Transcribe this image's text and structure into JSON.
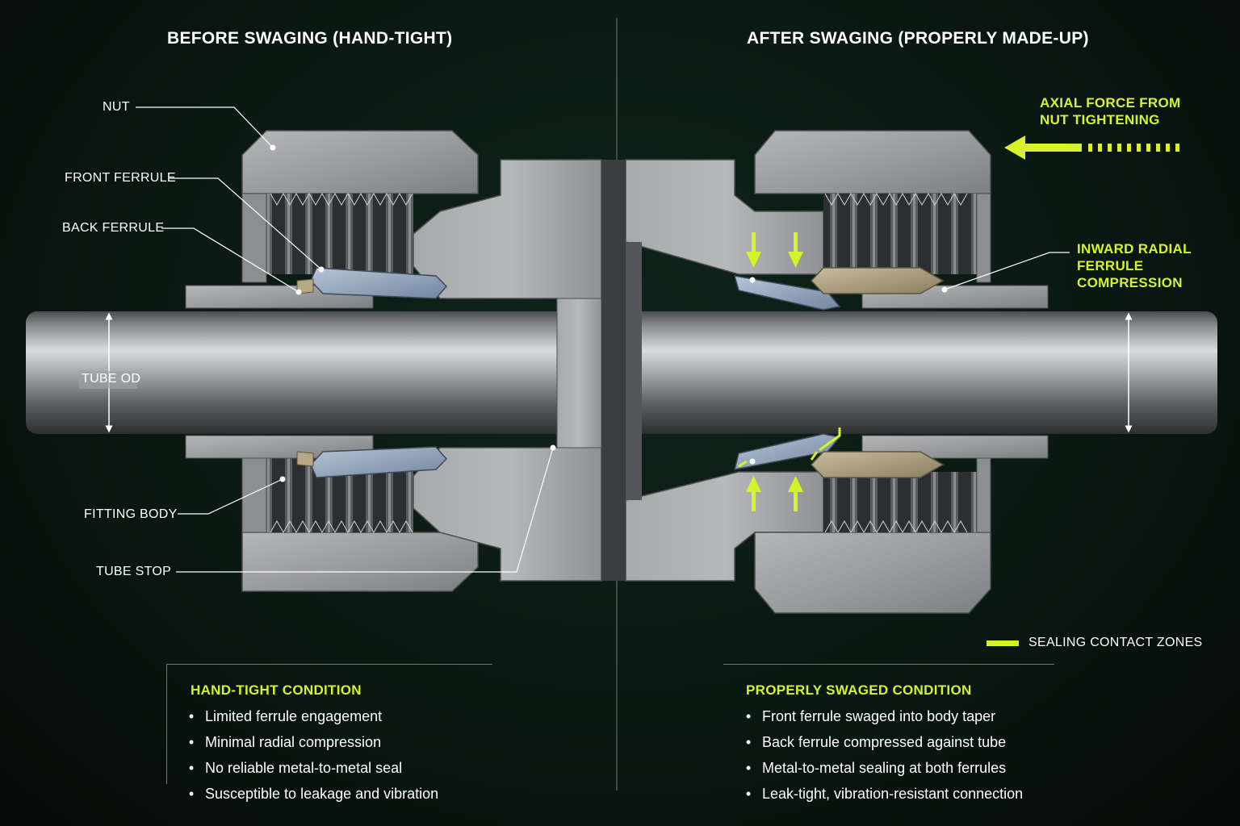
{
  "titles": {
    "before": "BEFORE SWAGING (HAND-TIGHT)",
    "after": "AFTER SWAGING (PROPERLY MADE-UP)"
  },
  "labels": {
    "nut": "NUT",
    "front_ferrule": "FRONT FERRULE",
    "back_ferrule": "BACK FERRULE",
    "tube_od": "TUBE OD",
    "fitting_body": "FITTING BODY",
    "tube_stop": "TUBE STOP"
  },
  "callouts": {
    "axial_force_line1": "AXIAL FORCE FROM",
    "axial_force_line2": "NUT TIGHTENING",
    "radial_line1": "INWARD RADIAL",
    "radial_line2": "FERRULE",
    "radial_line3": "COMPRESSION"
  },
  "legend": {
    "sealing_zones": "SEALING CONTACT ZONES"
  },
  "hand_tight": {
    "title": "HAND-TIGHT CONDITION",
    "items": [
      "Limited ferrule engagement",
      "Minimal radial compression",
      "No reliable metal-to-metal seal",
      "Susceptible to leakage and vibration"
    ]
  },
  "swaged": {
    "title": "PROPERLY SWAGED CONDITION",
    "items": [
      "Front ferrule swaged into body taper",
      "Back ferrule compressed against tube",
      "Metal-to-metal sealing at both ferrules",
      "Leak-tight, vibration-resistant connection"
    ]
  },
  "colors": {
    "accent": "#d8f22a",
    "background": "#0a1812",
    "steel": "#9a9c9e",
    "front_ferrule": "#8fa3bd",
    "back_ferrule": "#b3a586"
  }
}
